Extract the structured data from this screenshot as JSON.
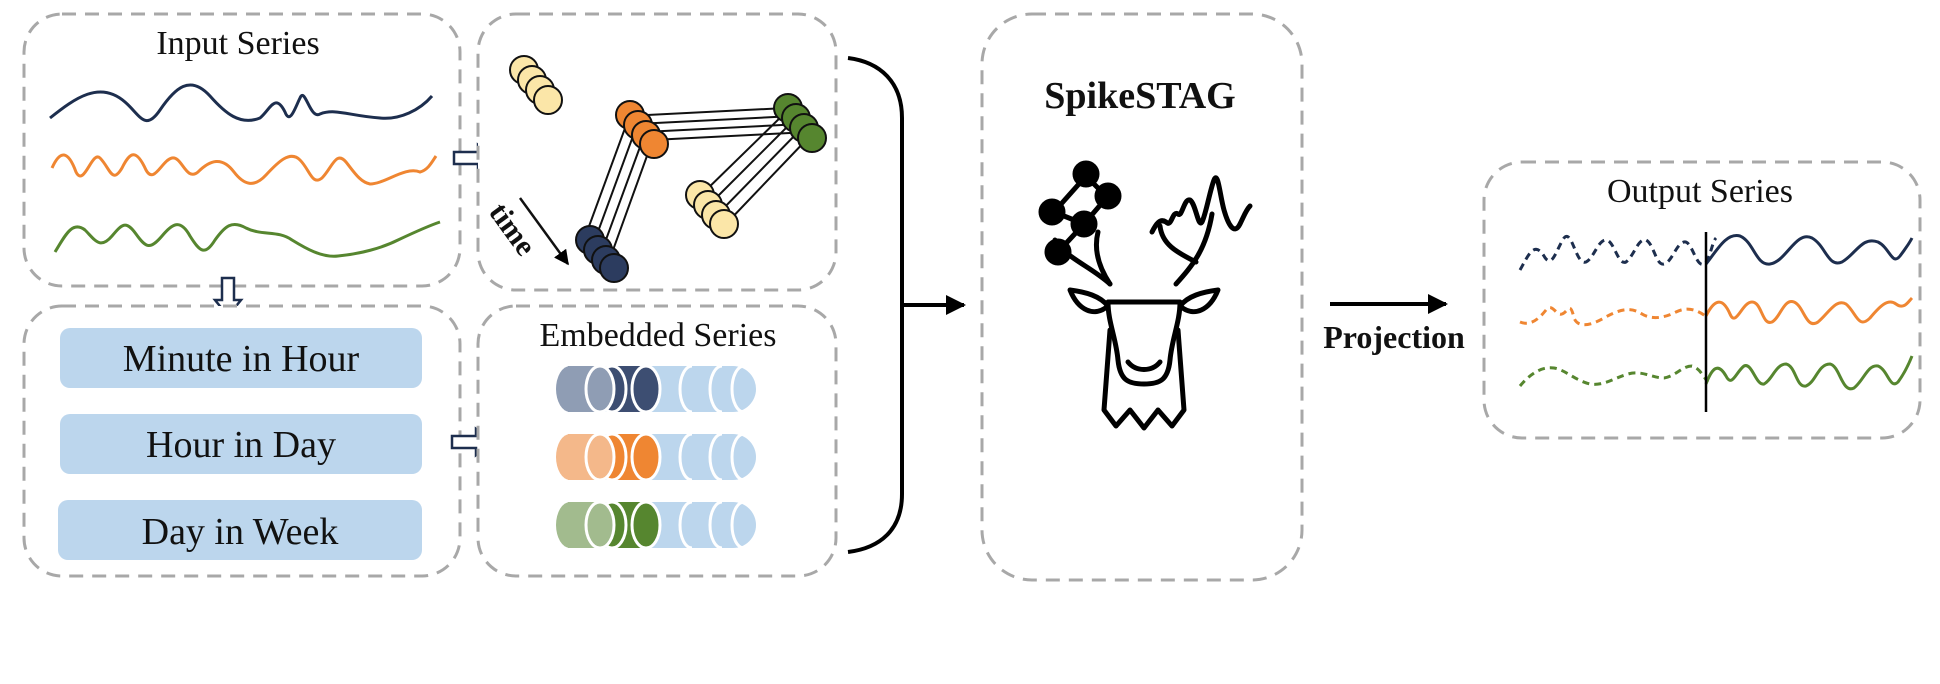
{
  "input_panel": {
    "title": "Input Series"
  },
  "time_features": {
    "items": [
      {
        "label": "Minute in Hour"
      },
      {
        "label": "Hour in Day"
      },
      {
        "label": "Day in Week"
      }
    ]
  },
  "graph_panel": {
    "time_label": "time"
  },
  "embedded_panel": {
    "title": "Embedded Series"
  },
  "model": {
    "name": "SpikeSTAG",
    "icon": "deer-head-graph-spike-icon"
  },
  "projection": {
    "label": "Projection"
  },
  "output_panel": {
    "title": "Output Series"
  },
  "colors": {
    "navy": "#1d2e4e",
    "orange": "#ef8632",
    "green": "#56862f",
    "yellow": "#fbe6a8",
    "light_blue": "#bcd6ed",
    "dash_border": "#a8a8a8"
  }
}
